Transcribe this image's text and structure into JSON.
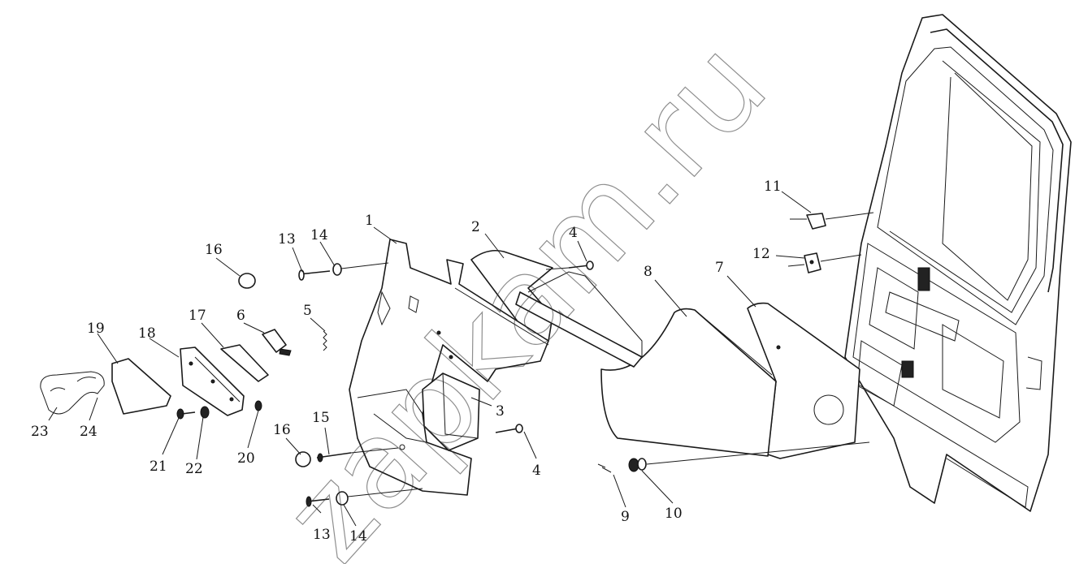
{
  "watermark": {
    "text": "zapkam.ru"
  },
  "callouts": [
    {
      "id": "c1",
      "text": "1"
    },
    {
      "id": "c2",
      "text": "2"
    },
    {
      "id": "c3",
      "text": "3"
    },
    {
      "id": "c4a",
      "text": "4"
    },
    {
      "id": "c4b",
      "text": "4"
    },
    {
      "id": "c5",
      "text": "5"
    },
    {
      "id": "c6",
      "text": "6"
    },
    {
      "id": "c7",
      "text": "7"
    },
    {
      "id": "c8",
      "text": "8"
    },
    {
      "id": "c9",
      "text": "9"
    },
    {
      "id": "c10",
      "text": "10"
    },
    {
      "id": "c11",
      "text": "11"
    },
    {
      "id": "c12",
      "text": "12"
    },
    {
      "id": "c13a",
      "text": "13"
    },
    {
      "id": "c13b",
      "text": "13"
    },
    {
      "id": "c14a",
      "text": "14"
    },
    {
      "id": "c14b",
      "text": "14"
    },
    {
      "id": "c15",
      "text": "15"
    },
    {
      "id": "c16a",
      "text": "16"
    },
    {
      "id": "c16b",
      "text": "16"
    },
    {
      "id": "c17",
      "text": "17"
    },
    {
      "id": "c18",
      "text": "18"
    },
    {
      "id": "c19",
      "text": "19"
    },
    {
      "id": "c20",
      "text": "20"
    },
    {
      "id": "c21",
      "text": "21"
    },
    {
      "id": "c22",
      "text": "22"
    },
    {
      "id": "c23",
      "text": "23"
    },
    {
      "id": "c24",
      "text": "24"
    }
  ]
}
